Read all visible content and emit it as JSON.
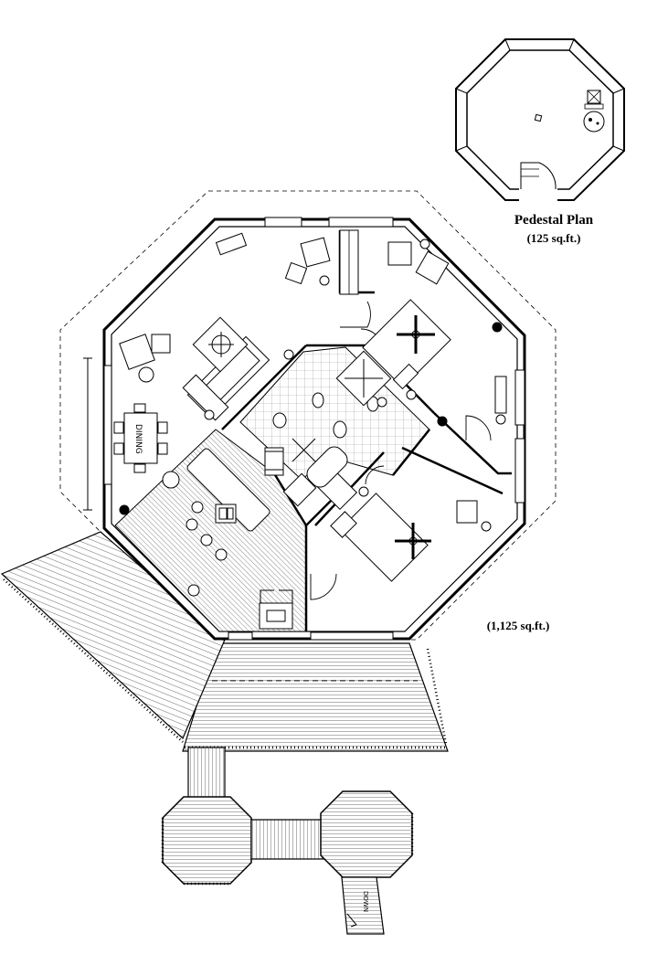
{
  "pedestal": {
    "title": "Pedestal Plan",
    "area": "(125 sq.ft.)"
  },
  "main": {
    "area": "(1,125 sq.ft.)",
    "dining_label": "DINING"
  },
  "stairs": {
    "down_label": "DOWN"
  }
}
